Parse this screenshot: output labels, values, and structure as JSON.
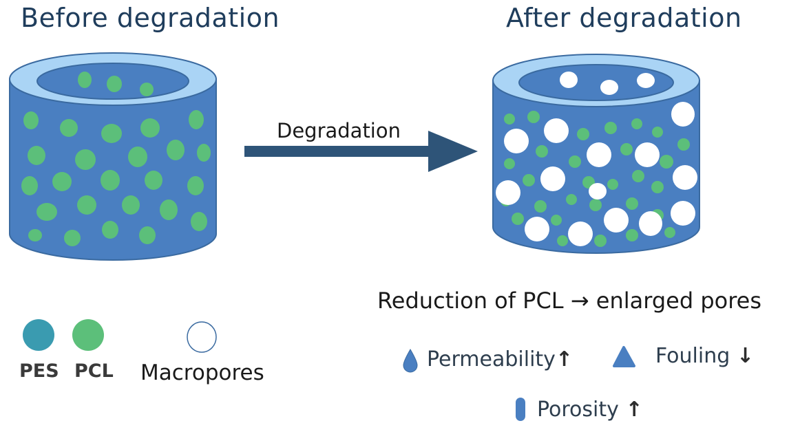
{
  "titles": {
    "before": "Before degradation",
    "after": "After degradation"
  },
  "arrow": {
    "label": "Degradation"
  },
  "legend": {
    "pes": "PES",
    "pcl": "PCL",
    "macropores": "Macropores"
  },
  "summary": "Reduction of PCL → enlarged pores",
  "effects": {
    "permeability": {
      "label": "Permeability",
      "trend": "↑"
    },
    "fouling": {
      "label": "Fouling",
      "trend": "↓"
    },
    "porosity": {
      "label": "Porosity",
      "trend": "↑"
    }
  },
  "colors": {
    "membrane_body": "#4a7fc1",
    "membrane_rim": "#aad4f5",
    "pes": "#3a9bb0",
    "pcl": "#5cbf7a",
    "macropore": "#ffffff",
    "arrow": "#2e5478",
    "title": "#1f3d5c"
  }
}
